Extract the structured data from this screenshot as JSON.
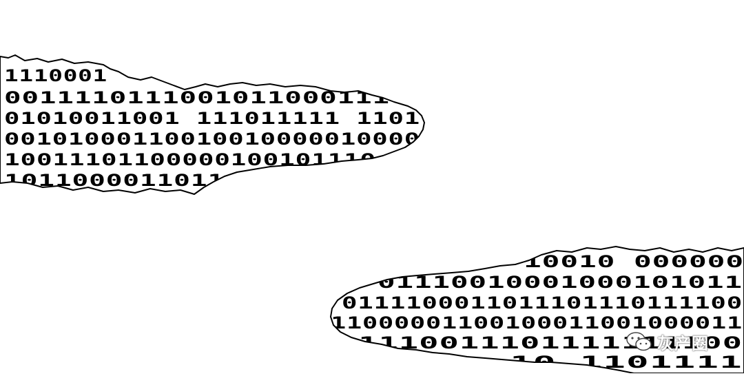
{
  "image": {
    "background_color": "#ffffff",
    "ink_color": "#000000",
    "strip_top": {
      "lines": [
        "1110001",
        "0011110111001011000111",
        "01010011001 111011111 1101",
        "00101000110010010000010000",
        "10011101100000100101110",
        "1011000011011"
      ]
    },
    "strip_bottom": {
      "lines": [
        "10010 000000",
        "01110010001000101011",
        "0111100011011101110111100",
        "11000001100100011001000011",
        "1110011101111111100",
        "10 1101111"
      ]
    }
  },
  "watermark": {
    "icon": "wechat-icon",
    "text": "灰产圈",
    "color": "#ffffff"
  }
}
